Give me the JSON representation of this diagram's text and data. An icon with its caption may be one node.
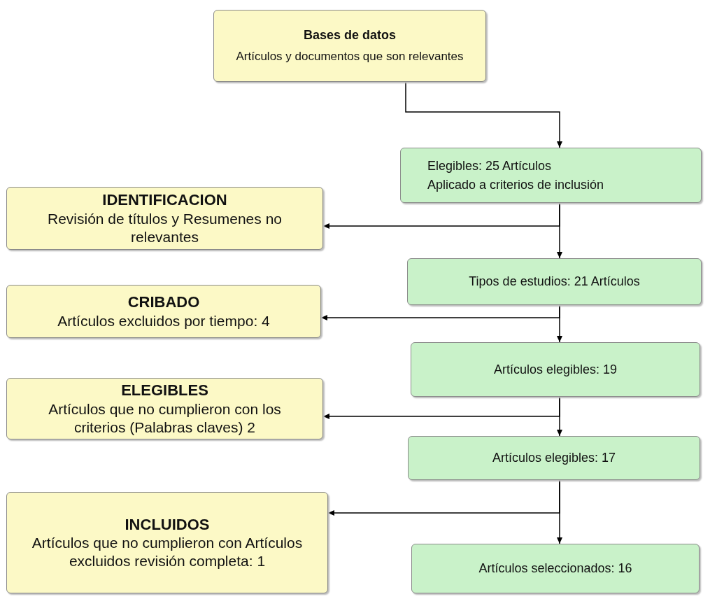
{
  "diagram": {
    "nodes": [
      {
        "text": [
          "Bases de datos",
          "Artículos y documentos que son relevantes"
        ]
      },
      {
        "text": [
          "Elegibles: 25 Artículos",
          "Aplicado a criterios de inclusión"
        ]
      },
      {
        "text": [
          "IDENTIFICACION",
          "Revisión de títulos y Resumenes no relevantes"
        ]
      },
      {
        "text": [
          "Tipos de estudios: 21 Artículos"
        ]
      },
      {
        "text": [
          "CRIBADO",
          "Artículos excluidos por tiempo: 4"
        ]
      },
      {
        "text": [
          "Artículos elegibles: 19"
        ]
      },
      {
        "text": [
          "ELEGIBLES",
          "Artículos que no cumplieron con los criterios (Palabras claves) 2"
        ]
      },
      {
        "text": [
          "Artículos elegibles: 17"
        ]
      },
      {
        "text": [
          "INCLUIDOS",
          "Artículos que no cumplieron con Artículos excluidos revisión completa: 1"
        ]
      },
      {
        "text": [
          "Artículos seleccionados: 16"
        ]
      }
    ],
    "edges": [
      {
        "from": 0,
        "to": 1,
        "arrow": "to"
      },
      {
        "from": 1,
        "to": 2,
        "arrow": "to"
      },
      {
        "from": 1,
        "to": 3,
        "arrow": "to"
      },
      {
        "from": 3,
        "to": 4,
        "arrow": "to"
      },
      {
        "from": 3,
        "to": 5,
        "arrow": "to"
      },
      {
        "from": 5,
        "to": 6,
        "arrow": "to"
      },
      {
        "from": 5,
        "to": 7,
        "arrow": "to"
      },
      {
        "from": 7,
        "to": 8,
        "arrow": "to"
      },
      {
        "from": 7,
        "to": 9,
        "arrow": "to"
      }
    ]
  }
}
